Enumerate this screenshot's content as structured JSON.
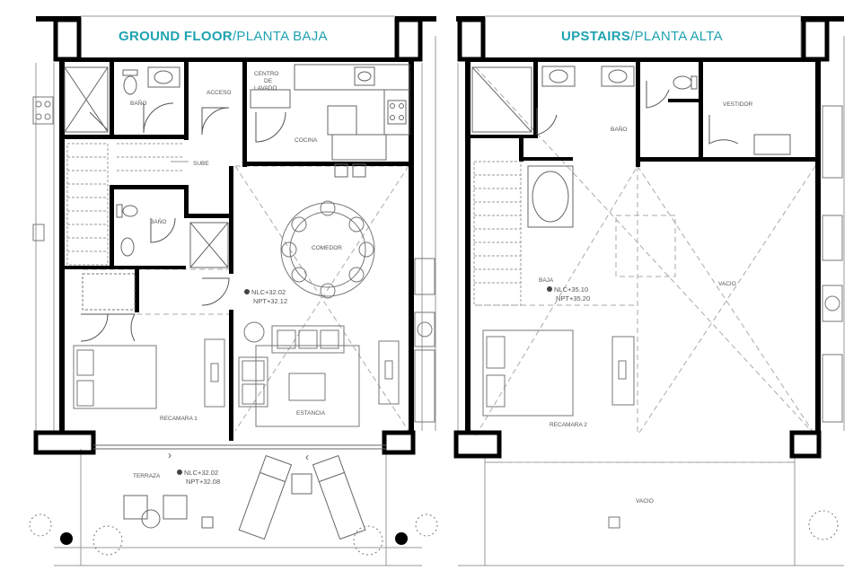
{
  "accent_color": "#1fa3b1",
  "wall_color": "#000000",
  "line_color": "#8a8a8a",
  "plans": {
    "ground": {
      "title_bold": "GROUND FLOOR",
      "title_sep": "/",
      "title_light": "PLANTA BAJA",
      "rooms": {
        "acceso": "ACCESO",
        "bano_1": "BAÑO",
        "centro_lavado_1": "CENTRO",
        "centro_lavado_2": "DE",
        "centro_lavado_3": "LAVADO",
        "cocina": "COCINA",
        "sube": "SUBE",
        "bano_2": "BAÑO",
        "comedor": "COMEDOR",
        "recamara": "RECAMARA  1",
        "estancia": "ESTANCIA",
        "terraza": "TERRAZA"
      },
      "levels": {
        "interior_nlc": "NLC+32.02",
        "interior_npt": "NPT+32.12",
        "terrace_nlc": "NLC+32.02",
        "terrace_npt": "NPT+32.08"
      }
    },
    "upstairs": {
      "title_bold": "UPSTAIRS",
      "title_sep": "/",
      "title_light": "PLANTA ALTA",
      "rooms": {
        "vestidor": "VESTIDOR",
        "bano": "BAÑO",
        "baja": "BAJA",
        "vacio_main": "VACIO",
        "recamara": "RECAMARA  2",
        "vacio_terrace": "VACIO"
      },
      "levels": {
        "nlc": "NLC+35.10",
        "npt": "NPT+35.20"
      }
    }
  }
}
